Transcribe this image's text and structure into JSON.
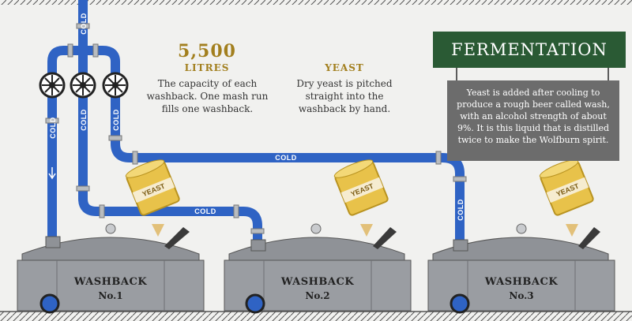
{
  "capacity": {
    "value": "5,500",
    "unit": "LITRES",
    "description": "The capacity of each washback. One mash run fills one washback."
  },
  "yeast": {
    "heading": "YEAST",
    "description": "Dry yeast is pitched straight into the washback by hand.",
    "bag_label": "YEAST"
  },
  "fermentation": {
    "banner": "FERMENTATION",
    "note": "Yeast is added after cooling to produce a rough beer called wash, with an alcohol strength of about 9%. It is this liquid that is distilled twice to make the Wolfburn spirit."
  },
  "pipes": {
    "cold_label": "COLD"
  },
  "washbacks": [
    {
      "name": "WASHBACK",
      "number": "No.1"
    },
    {
      "name": "WASHBACK",
      "number": "No.2"
    },
    {
      "name": "WASHBACK",
      "number": "No.3"
    }
  ],
  "colors": {
    "pipe": "#2f63c4",
    "tank": "#9a9da2",
    "banner": "#2a5a34",
    "note_box": "#6c6c6c",
    "gold": "#a27f1e",
    "yeast_bag": "#e8c24a"
  }
}
